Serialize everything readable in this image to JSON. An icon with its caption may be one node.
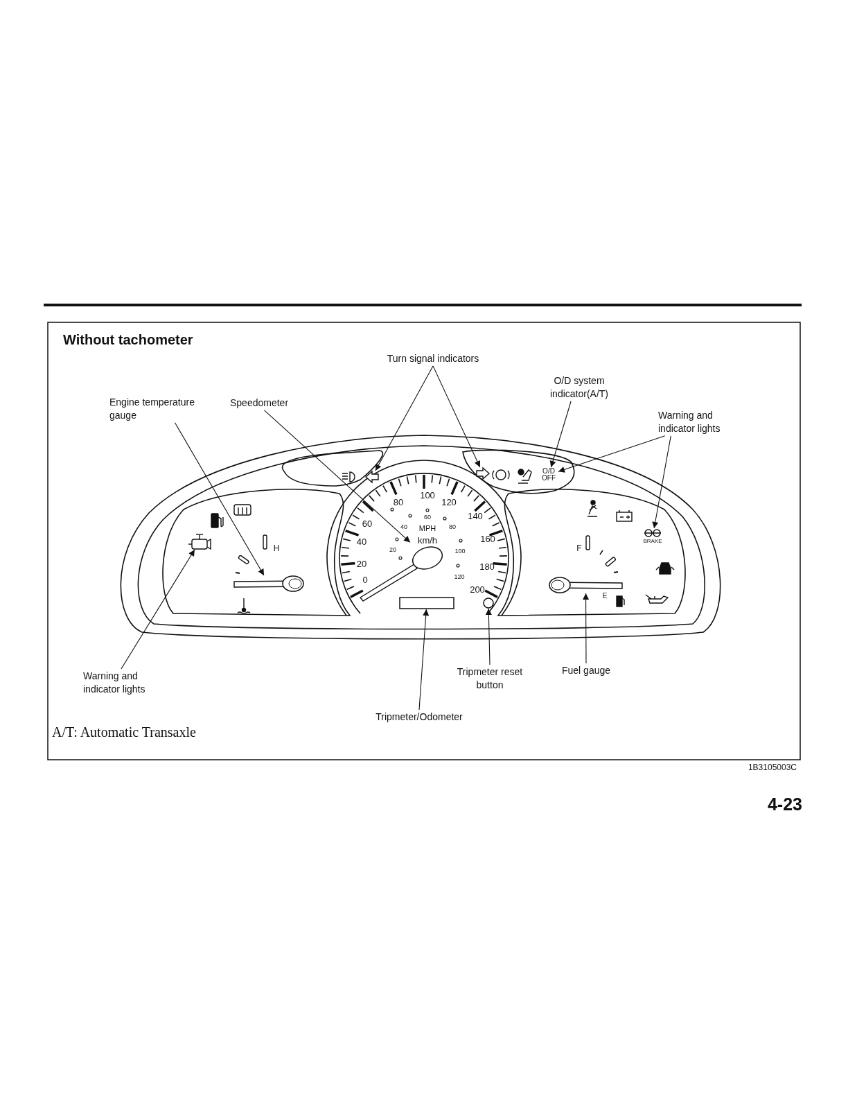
{
  "diagram": {
    "title": "Without tachometer",
    "nodes": [
      {
        "text": [
          "Engine temperature gauge"
        ]
      },
      {
        "text": [
          "Speedometer"
        ]
      },
      {
        "text": [
          "Turn signal indicators"
        ]
      },
      {
        "text": [
          "O/D system indicator(A/T)"
        ]
      },
      {
        "text": [
          "Warning and indicator lights"
        ]
      },
      {
        "text": [
          "Warning and indicator lights"
        ]
      },
      {
        "text": [
          "Tripmeter reset button"
        ]
      },
      {
        "text": [
          "Fuel gauge"
        ]
      },
      {
        "text": [
          "Tripmeter/Odometer"
        ]
      },
      {
        "text": [
          "O/D OFF"
        ]
      },
      {
        "text": [
          "BRAKE"
        ]
      },
      {
        "text": [],
        "shape": "gauge"
      },
      {
        "text": [],
        "shape": "circle"
      },
      {
        "text": [],
        "shape": "arrow"
      },
      {
        "text": [],
        "shape": "arrow"
      },
      {
        "text": [],
        "shape": "icon"
      },
      {
        "text": [],
        "shape": "circle"
      },
      {
        "text": [],
        "shape": "gauge"
      },
      {
        "text": [],
        "shape": "box"
      }
    ],
    "edges": [
      {
        "from": 0,
        "to": 11,
        "arrow": "to"
      },
      {
        "from": 1,
        "to": 12,
        "arrow": "to"
      },
      {
        "from": 2,
        "to": 13,
        "arrow": "to"
      },
      {
        "from": 2,
        "to": 14,
        "arrow": "to"
      },
      {
        "from": 3,
        "to": 9,
        "arrow": "to"
      },
      {
        "from": 4,
        "to": 9,
        "arrow": "to"
      },
      {
        "from": 4,
        "to": 10,
        "arrow": "to"
      },
      {
        "from": 5,
        "to": 15,
        "arrow": "to"
      },
      {
        "from": 6,
        "to": 16,
        "arrow": "to"
      },
      {
        "from": 7,
        "to": 17,
        "arrow": "to"
      },
      {
        "from": 8,
        "to": 18,
        "arrow": "to"
      }
    ],
    "labels": [
      "0",
      "20",
      "40",
      "60",
      "80",
      "100",
      "120",
      "140",
      "160",
      "180",
      "200",
      "20",
      "40",
      "60",
      "80",
      "100",
      "120",
      "MPH",
      "km/h",
      "H",
      "F",
      "E",
      "A/T: Automatic Transaxle",
      "1B3105003C",
      "4-23"
    ]
  }
}
